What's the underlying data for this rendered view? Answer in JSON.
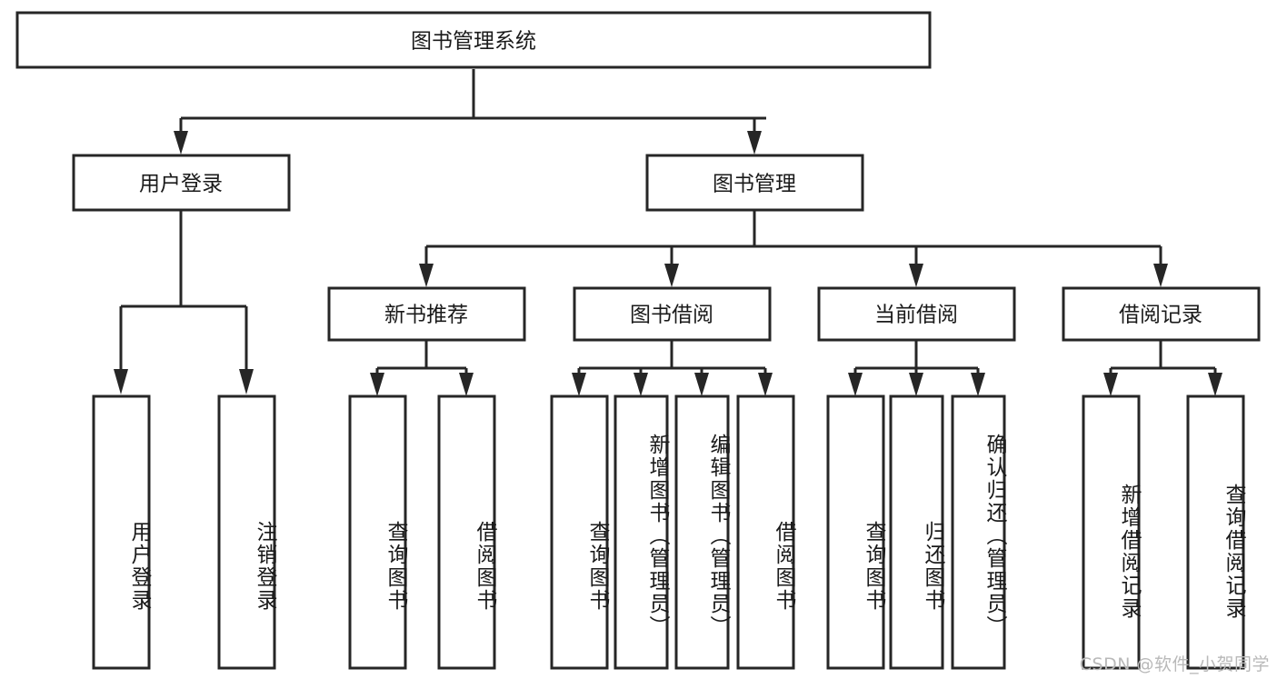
{
  "diagram": {
    "type": "tree-hierarchy-chart",
    "title": "图书管理系统",
    "watermark": "CSDN @软件_小贺同学",
    "colors": {
      "stroke": "#262626",
      "fill": "#ffffff",
      "text": "#1a1a1a",
      "watermark": "#b9b9b9"
    },
    "levels": [
      {
        "level": 1,
        "nodes": [
          {
            "id": "root",
            "label": "图书管理系统",
            "orientation": "horizontal"
          }
        ]
      },
      {
        "level": 2,
        "nodes": [
          {
            "id": "user-login",
            "label": "用户登录",
            "orientation": "horizontal",
            "parent": "root"
          },
          {
            "id": "book-manage",
            "label": "图书管理",
            "orientation": "horizontal",
            "parent": "root"
          }
        ]
      },
      {
        "level": 3,
        "nodes": [
          {
            "id": "new-book-recommend",
            "label": "新书推荐",
            "orientation": "horizontal",
            "parent": "book-manage"
          },
          {
            "id": "book-borrow",
            "label": "图书借阅",
            "orientation": "horizontal",
            "parent": "book-manage"
          },
          {
            "id": "current-borrow",
            "label": "当前借阅",
            "orientation": "horizontal",
            "parent": "book-manage"
          },
          {
            "id": "borrow-record",
            "label": "借阅记录",
            "orientation": "horizontal",
            "parent": "book-manage"
          }
        ]
      },
      {
        "level": 4,
        "nodes": [
          {
            "id": "leaf-user-login",
            "label": "用户登录",
            "orientation": "vertical",
            "parent": "user-login"
          },
          {
            "id": "leaf-logout",
            "label": "注销登录",
            "orientation": "vertical",
            "parent": "user-login"
          },
          {
            "id": "leaf-query-book-1",
            "label": "查询图书",
            "orientation": "vertical",
            "parent": "new-book-recommend"
          },
          {
            "id": "leaf-borrow-book-1",
            "label": "借阅图书",
            "orientation": "vertical",
            "parent": "new-book-recommend"
          },
          {
            "id": "leaf-query-book-2",
            "label": "查询图书",
            "orientation": "vertical",
            "parent": "book-borrow"
          },
          {
            "id": "leaf-add-book",
            "label": "新增图书（管理员）",
            "orientation": "vertical",
            "parent": "book-borrow"
          },
          {
            "id": "leaf-edit-book",
            "label": "编辑图书（管理员）",
            "orientation": "vertical",
            "parent": "book-borrow"
          },
          {
            "id": "leaf-borrow-book-2",
            "label": "借阅图书",
            "orientation": "vertical",
            "parent": "book-borrow"
          },
          {
            "id": "leaf-query-book-3",
            "label": "查询图书",
            "orientation": "vertical",
            "parent": "current-borrow"
          },
          {
            "id": "leaf-return-book",
            "label": "归还图书",
            "orientation": "vertical",
            "parent": "current-borrow"
          },
          {
            "id": "leaf-confirm-return",
            "label": "确认归还（管理员）",
            "orientation": "vertical",
            "parent": "current-borrow"
          },
          {
            "id": "leaf-add-record",
            "label": "新增借阅记录",
            "orientation": "vertical",
            "parent": "borrow-record"
          },
          {
            "id": "leaf-query-record",
            "label": "查询借阅记录",
            "orientation": "vertical",
            "parent": "borrow-record"
          }
        ]
      }
    ]
  }
}
